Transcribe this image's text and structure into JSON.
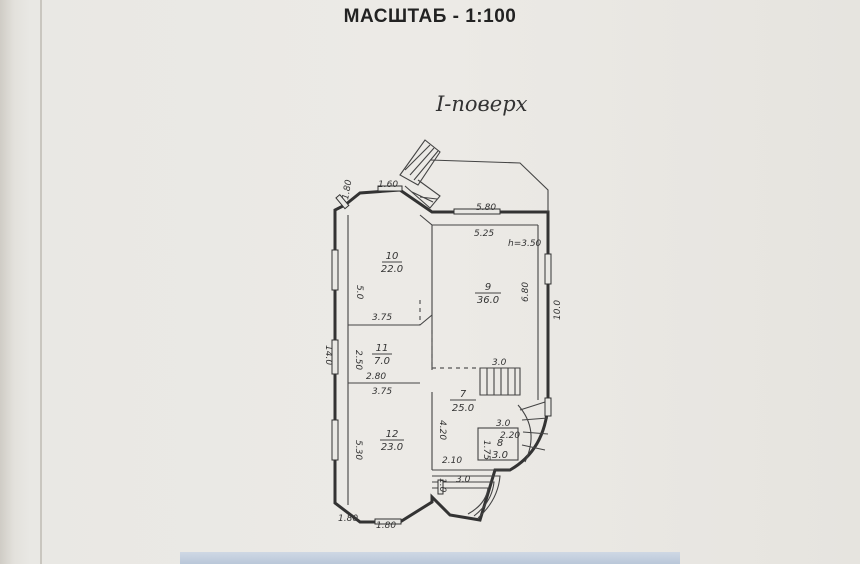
{
  "scale_title": "МАСШТАБ - 1:100",
  "floor_label": "I-поверх",
  "rooms": [
    {
      "number": "10",
      "area": "22.0"
    },
    {
      "number": "9",
      "area": "36.0",
      "height": "h=3.50"
    },
    {
      "number": "11",
      "area": "7.0"
    },
    {
      "number": "7",
      "area": "25.0"
    },
    {
      "number": "12",
      "area": "23.0"
    },
    {
      "number": "8",
      "area": "3.0"
    }
  ],
  "dimensions": {
    "d_180_top": "1.80",
    "d_160_top": "1.60",
    "d_580": "5.80",
    "d_525": "5.25",
    "d_50": "5.0",
    "d_375_a": "3.75",
    "d_680": "6.80",
    "d_100": "10.0",
    "d_140": "14.0",
    "d_250": "2.50",
    "d_280": "2.80",
    "d_30": "3.0",
    "d_375_b": "3.75",
    "d_530": "5.30",
    "d_420": "4.20",
    "d_30_b": "3.0",
    "d_220": "2.20",
    "d_175": "1.75",
    "d_210": "2.10",
    "d_10": "1.0",
    "d_30_c": "3.0",
    "d_180_bot": "1.80",
    "d_180_bot2": "1.80"
  }
}
